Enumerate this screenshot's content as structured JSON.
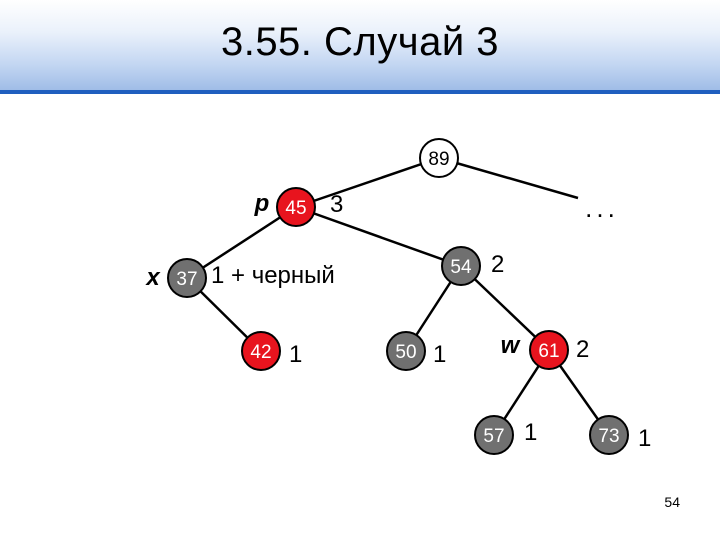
{
  "slide": {
    "title": "3.55. Случай 3",
    "page_number": "54"
  },
  "colors": {
    "red_node": "#e8141e",
    "black_node": "#707070",
    "white_node": "#ffffff",
    "header_accent": "#1f5fbf"
  },
  "tree": {
    "nodes": [
      {
        "id": "n89",
        "key": "89",
        "color": "white"
      },
      {
        "id": "n45",
        "key": "45",
        "color": "red"
      },
      {
        "id": "n37",
        "key": "37",
        "color": "black"
      },
      {
        "id": "n42",
        "key": "42",
        "color": "red"
      },
      {
        "id": "n54",
        "key": "54",
        "color": "black"
      },
      {
        "id": "n50",
        "key": "50",
        "color": "black"
      },
      {
        "id": "n61",
        "key": "61",
        "color": "red"
      },
      {
        "id": "n57",
        "key": "57",
        "color": "black"
      },
      {
        "id": "n73",
        "key": "73",
        "color": "black"
      }
    ],
    "edges": [
      [
        "n89",
        "n45"
      ],
      [
        "n89",
        "ellipsis"
      ],
      [
        "n45",
        "n37"
      ],
      [
        "n45",
        "n54"
      ],
      [
        "n37",
        "n42"
      ],
      [
        "n54",
        "n50"
      ],
      [
        "n54",
        "n61"
      ],
      [
        "n61",
        "n57"
      ],
      [
        "n61",
        "n73"
      ]
    ],
    "ellipsis": "...",
    "pointer_labels": {
      "p": "p",
      "x": "x",
      "w": "w"
    },
    "black_heights": {
      "n45": "3",
      "n37": "1 + черный",
      "n42": "1",
      "n54": "2",
      "n50": "1",
      "n61": "2",
      "n57": "1",
      "n73": "1"
    }
  }
}
